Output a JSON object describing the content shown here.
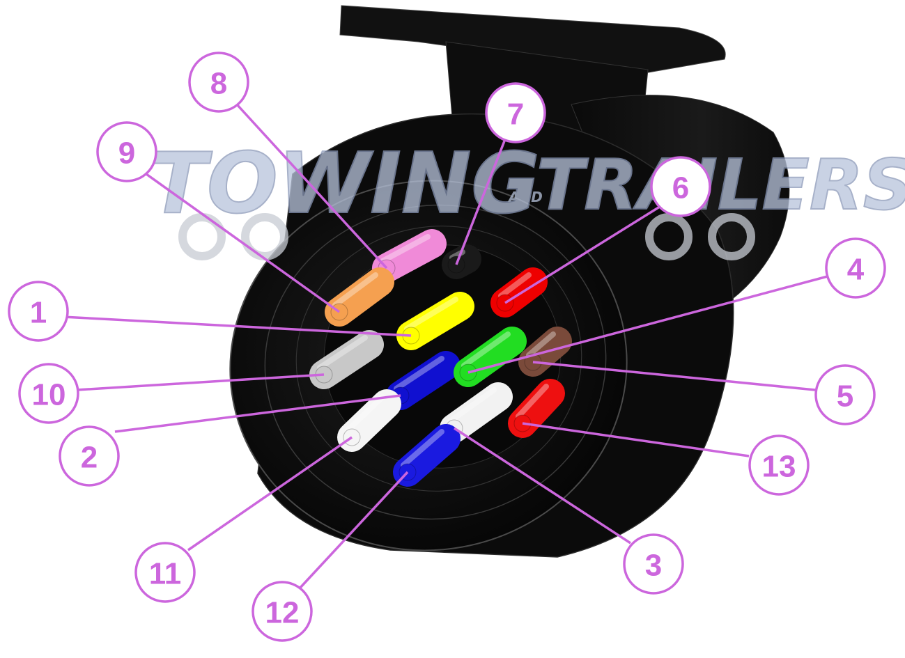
{
  "watermark": {
    "word1": "TOWING",
    "connector": "AND",
    "word2": "TRAILERS",
    "color": "#b8c4dc"
  },
  "colors": {
    "callout": "#cc66dd",
    "circle_fill": "#ffffff",
    "housing": "#0e0e0e",
    "housing_edge": "#3a3a3a"
  },
  "pins": [
    {
      "number": "1",
      "wire_color": "yellow",
      "hex": "#ffff00"
    },
    {
      "number": "2",
      "wire_color": "blue",
      "hex": "#1010d0"
    },
    {
      "number": "3",
      "wire_color": "white",
      "hex": "#f2f2f2"
    },
    {
      "number": "4",
      "wire_color": "green",
      "hex": "#22dd22"
    },
    {
      "number": "5",
      "wire_color": "brown",
      "hex": "#7a4a3a"
    },
    {
      "number": "6",
      "wire_color": "red",
      "hex": "#ee0000"
    },
    {
      "number": "7",
      "wire_color": "black",
      "hex": "#1a1a1a"
    },
    {
      "number": "8",
      "wire_color": "pink",
      "hex": "#f08ad8"
    },
    {
      "number": "9",
      "wire_color": "orange",
      "hex": "#f5a050"
    },
    {
      "number": "10",
      "wire_color": "grey",
      "hex": "#c8c8c8"
    },
    {
      "number": "11",
      "wire_color": "white/black",
      "hex": "#f5f5f5"
    },
    {
      "number": "12",
      "wire_color": "blue/white",
      "hex": "#1a1ae0"
    },
    {
      "number": "13",
      "wire_color": "red/white",
      "hex": "#ee1010"
    }
  ]
}
